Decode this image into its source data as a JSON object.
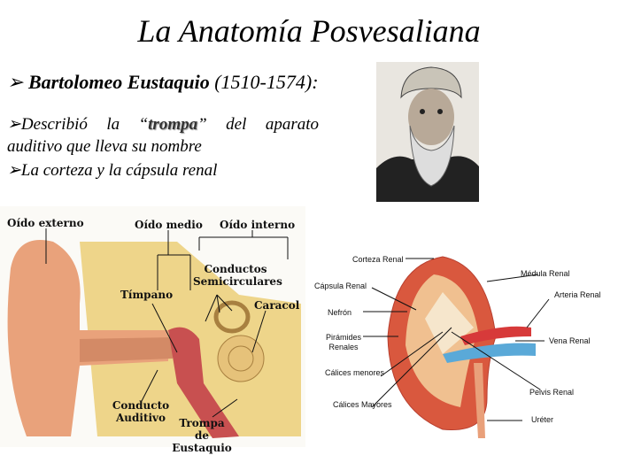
{
  "title": "La Anatomía Posvesaliana",
  "bullets": {
    "arrow": "➢",
    "heading_name": "Bartolomeo Eustaquio",
    "heading_dates": "(1510-1574):",
    "item1_pre": "Describió la “",
    "item1_word": "trompa",
    "item1_post": "” del aparato",
    "item1_line2": "auditivo que lleva su nombre",
    "item2": "La corteza y la cápsula renal"
  },
  "ear_labels": {
    "external": "Oído externo",
    "middle": "Oído medio",
    "inner": "Oído interno",
    "canals": "Conductos Semicirculares",
    "tympanum": "Tímpano",
    "cochlea": "Caracol",
    "canal": "Conducto Auditivo",
    "tube": "Trompa de Eustaquio"
  },
  "kidney_labels": {
    "cortex": "Corteza Renal",
    "medulla": "Médula Renal",
    "capsule": "Cápsula Renal",
    "artery": "Arteria Renal",
    "nephron": "Nefrón",
    "pyramids": "Pirámides Renales",
    "vein": "Vena Renal",
    "minor": "Cálices menores",
    "pelvis": "Pelvis Renal",
    "major": "Cálices Mayores",
    "ureter": "Uréter"
  }
}
